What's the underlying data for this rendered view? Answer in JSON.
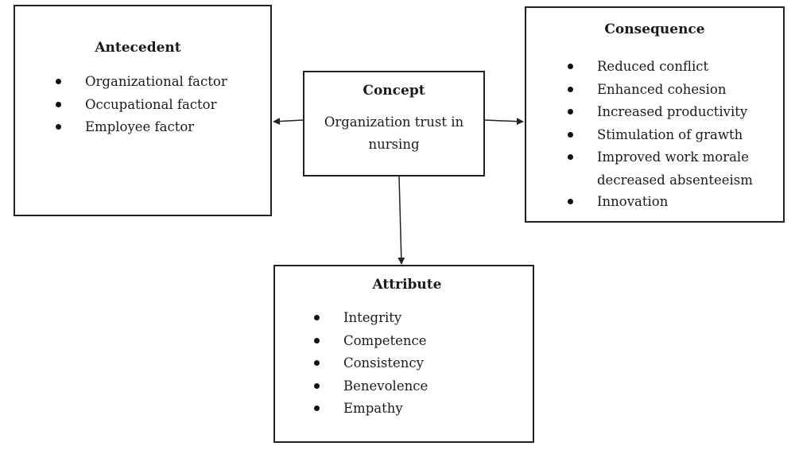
{
  "concept": {
    "title": "Concept",
    "text": "Organization trust in nursing"
  },
  "antecedent": {
    "title": "Antecedent",
    "items": [
      "Organizational factor",
      "Occupational factor",
      "Employee factor"
    ]
  },
  "consequence": {
    "title": "Consequence",
    "items": [
      "Reduced conflict",
      "Enhanced cohesion",
      "Increased productivity",
      "Stimulation of grawth",
      "Improved work morale decreased absenteeism",
      "Innovation"
    ]
  },
  "attribute": {
    "title": "Attribute",
    "items": [
      "Integrity",
      "Competence",
      "Consistency",
      "Benevolence",
      "Empathy"
    ]
  },
  "colors": {
    "stroke": "#222222",
    "text": "#1a1a1a",
    "background": "#ffffff"
  }
}
